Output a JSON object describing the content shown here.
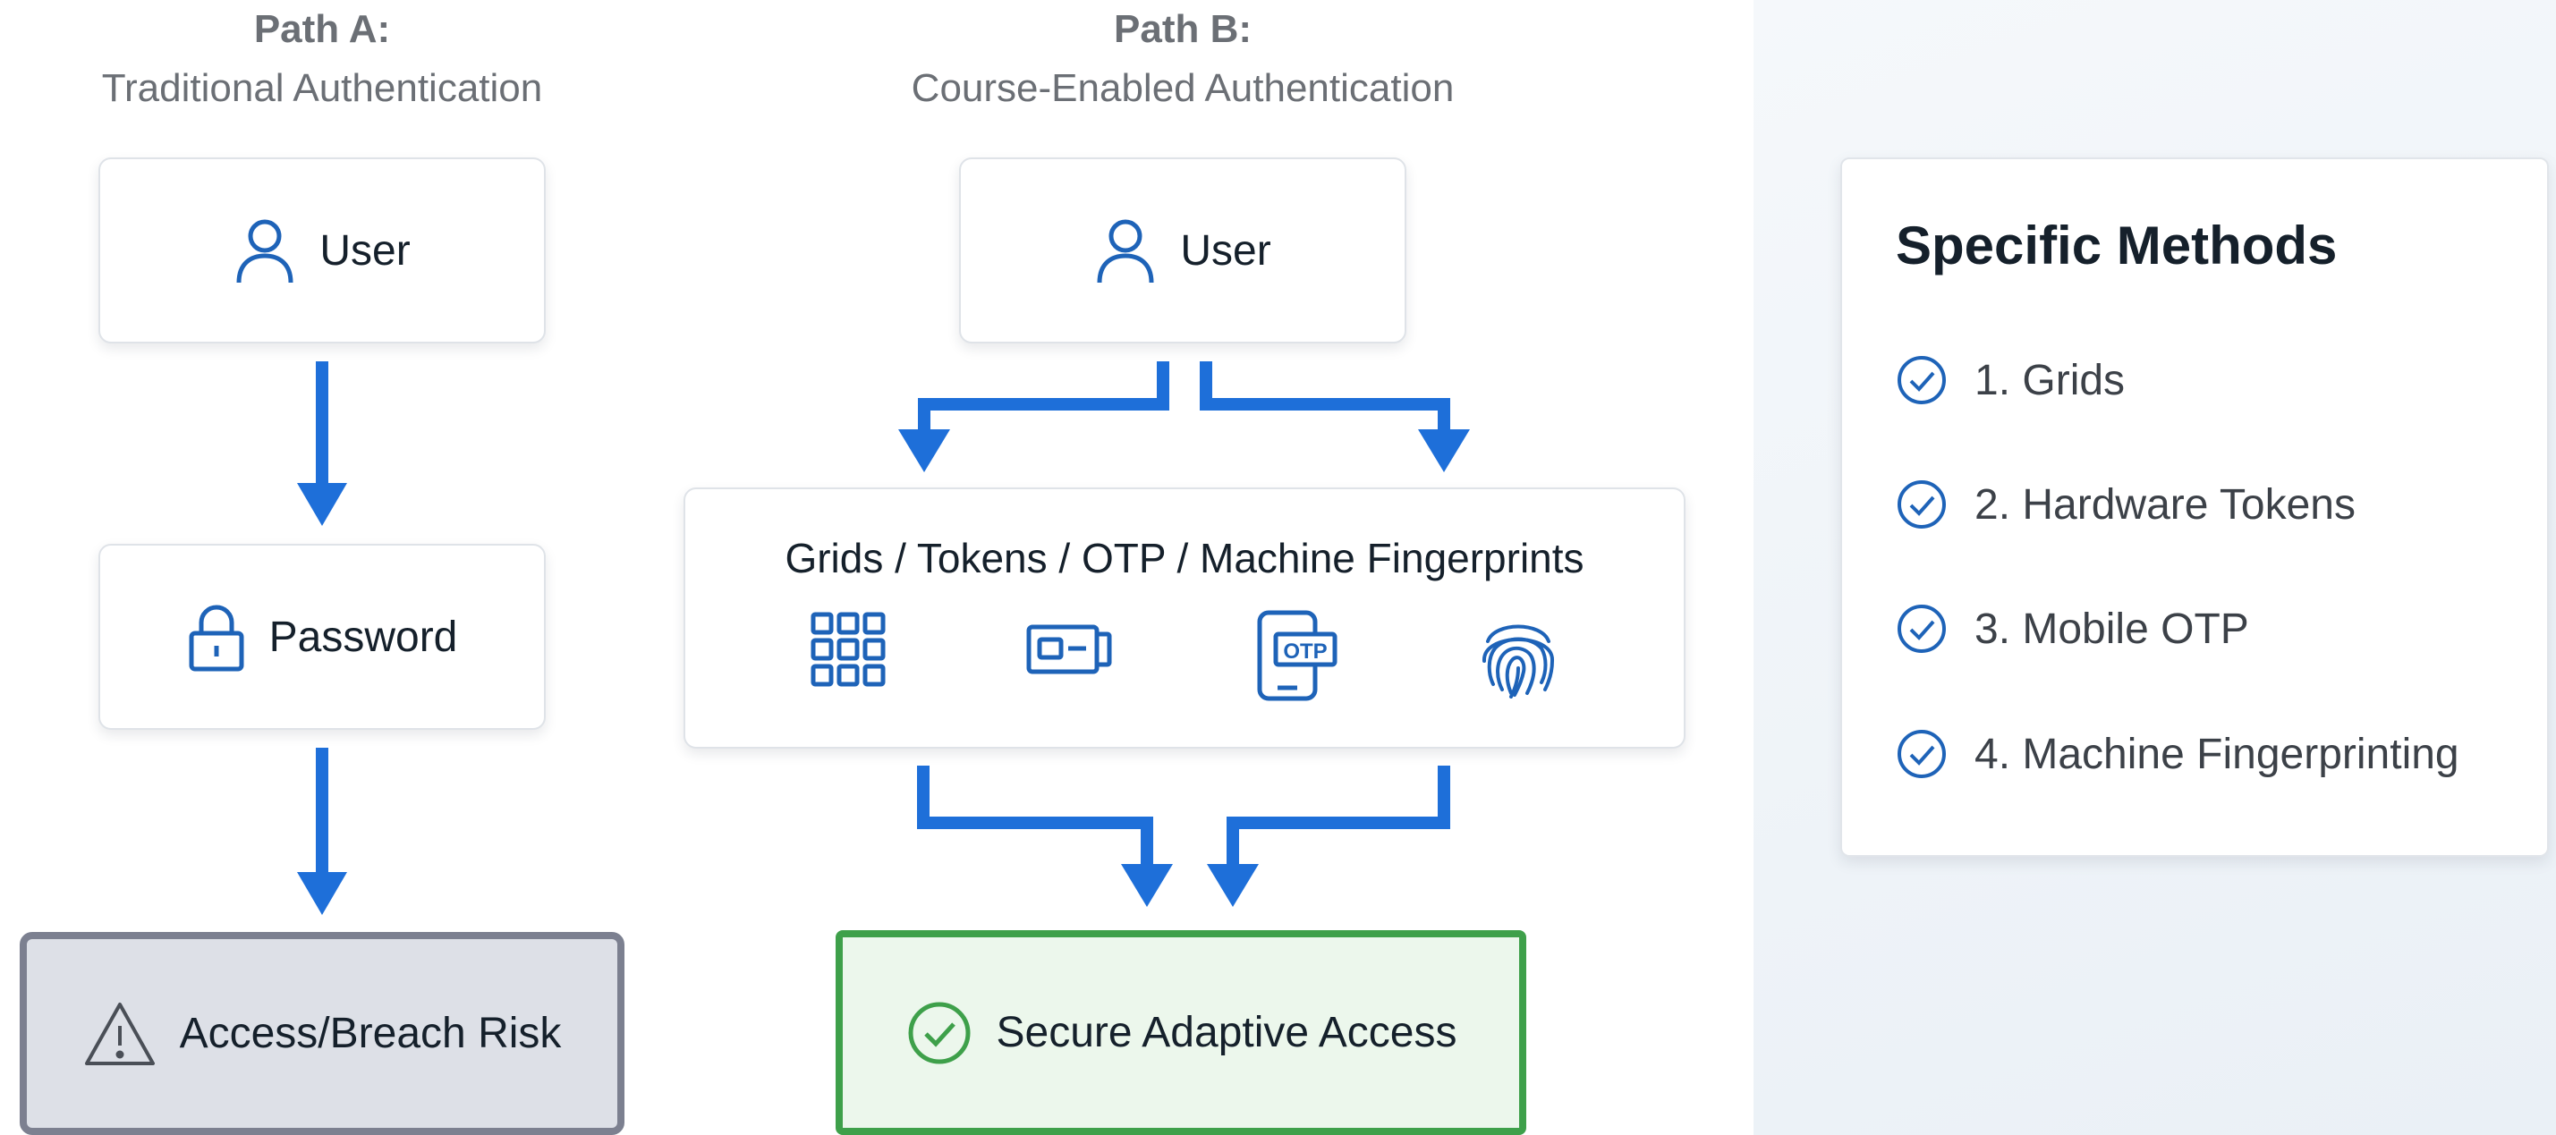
{
  "path_a": {
    "title": "Path A:",
    "subtitle": "Traditional Authentication",
    "user_label": "User",
    "password_label": "Password",
    "risk_label": "Access/Breach Risk"
  },
  "path_b": {
    "title": "Path B:",
    "subtitle": "Course-Enabled Authentication",
    "user_label": "User",
    "methods_label": "Grids / Tokens / OTP / Machine Fingerprints",
    "otp_icon_text": "OTP",
    "secure_label": "Secure Adaptive Access"
  },
  "specific_methods": {
    "title": "Specific Methods",
    "items": [
      "1. Grids",
      "2. Hardware Tokens",
      "3. Mobile OTP",
      "4. Machine Fingerprinting"
    ]
  },
  "icons": {
    "user": "user-icon",
    "lock": "lock-icon",
    "warning": "warning-icon",
    "check": "check-circle-icon",
    "grid": "grid-icon",
    "token": "hardware-token-icon",
    "otp": "mobile-otp-icon",
    "fingerprint": "fingerprint-icon"
  },
  "colors": {
    "arrow": "#1e6fd9",
    "icon": "#1e63b8",
    "secure_border": "#3ea04a",
    "risk_border": "#7c8090"
  }
}
